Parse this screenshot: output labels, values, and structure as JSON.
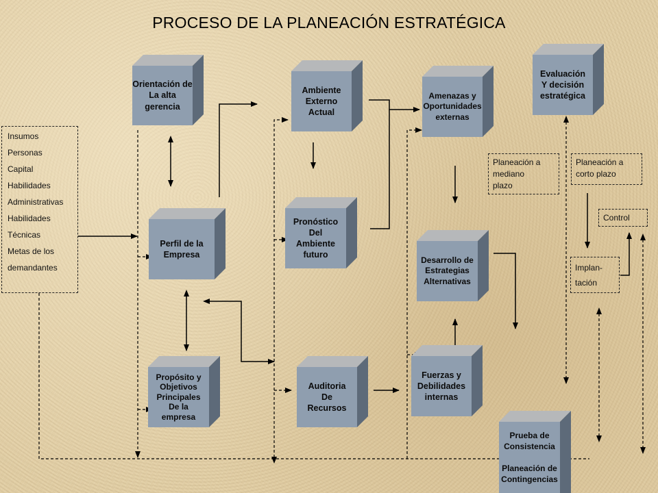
{
  "title": "PROCESO DE LA PLANEACIÓN ESTRATÉGICA",
  "boxes": {
    "orientacion": "Orientación de\nLa alta\ngerencia",
    "perfil": "Perfil de la\nEmpresa",
    "proposito": "Propósito y\nObjetivos\nPrincipales\nDe la\nempresa",
    "ambiente": "Ambiente\nExterno\nActual",
    "pronostico": "Pronóstico\nDel\nAmbiente\nfuturo",
    "auditoria": "Auditoria\nDe\nRecursos",
    "amenazas": "Amenazas y\nOportunidades\nexternas",
    "desarrollo": "Desarrollo de\nEstrategias\nAlternativas",
    "fuerzas": "Fuerzas y\nDebilidades\ninternas",
    "evaluacion": "Evaluación\nY decisión\nestratégica",
    "prueba": "Prueba de\nConsistencia\n\nPlaneación de\nContingencias"
  },
  "insumos": "Insumos\nPersonas\nCapital\nHabilidades\nAdministrativas\nHabilidades\nTécnicas\nMetas de los\ndemandantes",
  "notes": {
    "mediano": "Planeación a\nmediano\nplazo",
    "corto": "Planeación a\ncorto plazo",
    "control": "Control",
    "implantacion": "Implan-\ntación"
  },
  "colors": {
    "box_front": "#8f9eaf",
    "box_top": "#b6b8ba",
    "box_side": "#5d6a79",
    "background": "#e2cfa6"
  }
}
